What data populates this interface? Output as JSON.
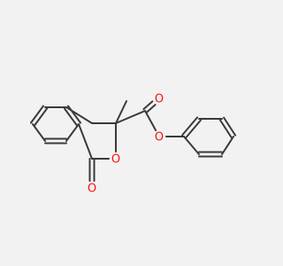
{
  "molecule": {
    "atoms": [
      {
        "id": "c1",
        "symbol": "C"
      },
      {
        "id": "c2",
        "symbol": "C"
      },
      {
        "id": "c3",
        "symbol": "C"
      },
      {
        "id": "c4",
        "symbol": "C"
      },
      {
        "id": "c5",
        "symbol": "C"
      },
      {
        "id": "c6",
        "symbol": "C"
      },
      {
        "id": "ch2",
        "symbol": "C"
      },
      {
        "id": "cq",
        "symbol": "C"
      },
      {
        "id": "me",
        "symbol": "C"
      },
      {
        "id": "o_ring",
        "symbol": "O",
        "label": "O"
      },
      {
        "id": "c_lac",
        "symbol": "C"
      },
      {
        "id": "o_lac",
        "symbol": "O",
        "label": "O"
      },
      {
        "id": "c_est",
        "symbol": "C"
      },
      {
        "id": "o_est_dbl",
        "symbol": "O",
        "label": "O"
      },
      {
        "id": "o_est_sgl",
        "symbol": "O",
        "label": "O"
      },
      {
        "id": "p1",
        "symbol": "C"
      },
      {
        "id": "p2",
        "symbol": "C"
      },
      {
        "id": "p3",
        "symbol": "C"
      },
      {
        "id": "p4",
        "symbol": "C"
      },
      {
        "id": "p5",
        "symbol": "C"
      },
      {
        "id": "p6",
        "symbol": "C"
      }
    ],
    "bonds": [
      [
        "c1",
        "c2",
        1
      ],
      [
        "c2",
        "c3",
        2
      ],
      [
        "c3",
        "c4",
        1
      ],
      [
        "c4",
        "c5",
        2
      ],
      [
        "c5",
        "c6",
        1
      ],
      [
        "c6",
        "c1",
        2
      ],
      [
        "c1",
        "ch2",
        1
      ],
      [
        "ch2",
        "cq",
        1
      ],
      [
        "cq",
        "me",
        1
      ],
      [
        "cq",
        "o_ring",
        1
      ],
      [
        "o_ring",
        "c_lac",
        1
      ],
      [
        "c_lac",
        "c6",
        1
      ],
      [
        "c_lac",
        "o_lac",
        2
      ],
      [
        "cq",
        "c_est",
        1
      ],
      [
        "c_est",
        "o_est_dbl",
        2
      ],
      [
        "c_est",
        "o_est_sgl",
        1
      ],
      [
        "o_est_sgl",
        "p1",
        1
      ],
      [
        "p1",
        "p2",
        2
      ],
      [
        "p2",
        "p3",
        1
      ],
      [
        "p3",
        "p4",
        2
      ],
      [
        "p4",
        "p5",
        1
      ],
      [
        "p5",
        "p6",
        2
      ],
      [
        "p6",
        "p1",
        1
      ]
    ],
    "colors": {
      "bond": "#3a3a3a",
      "oxygen": "#ff0d0d",
      "background": "#f2f2f2"
    }
  }
}
